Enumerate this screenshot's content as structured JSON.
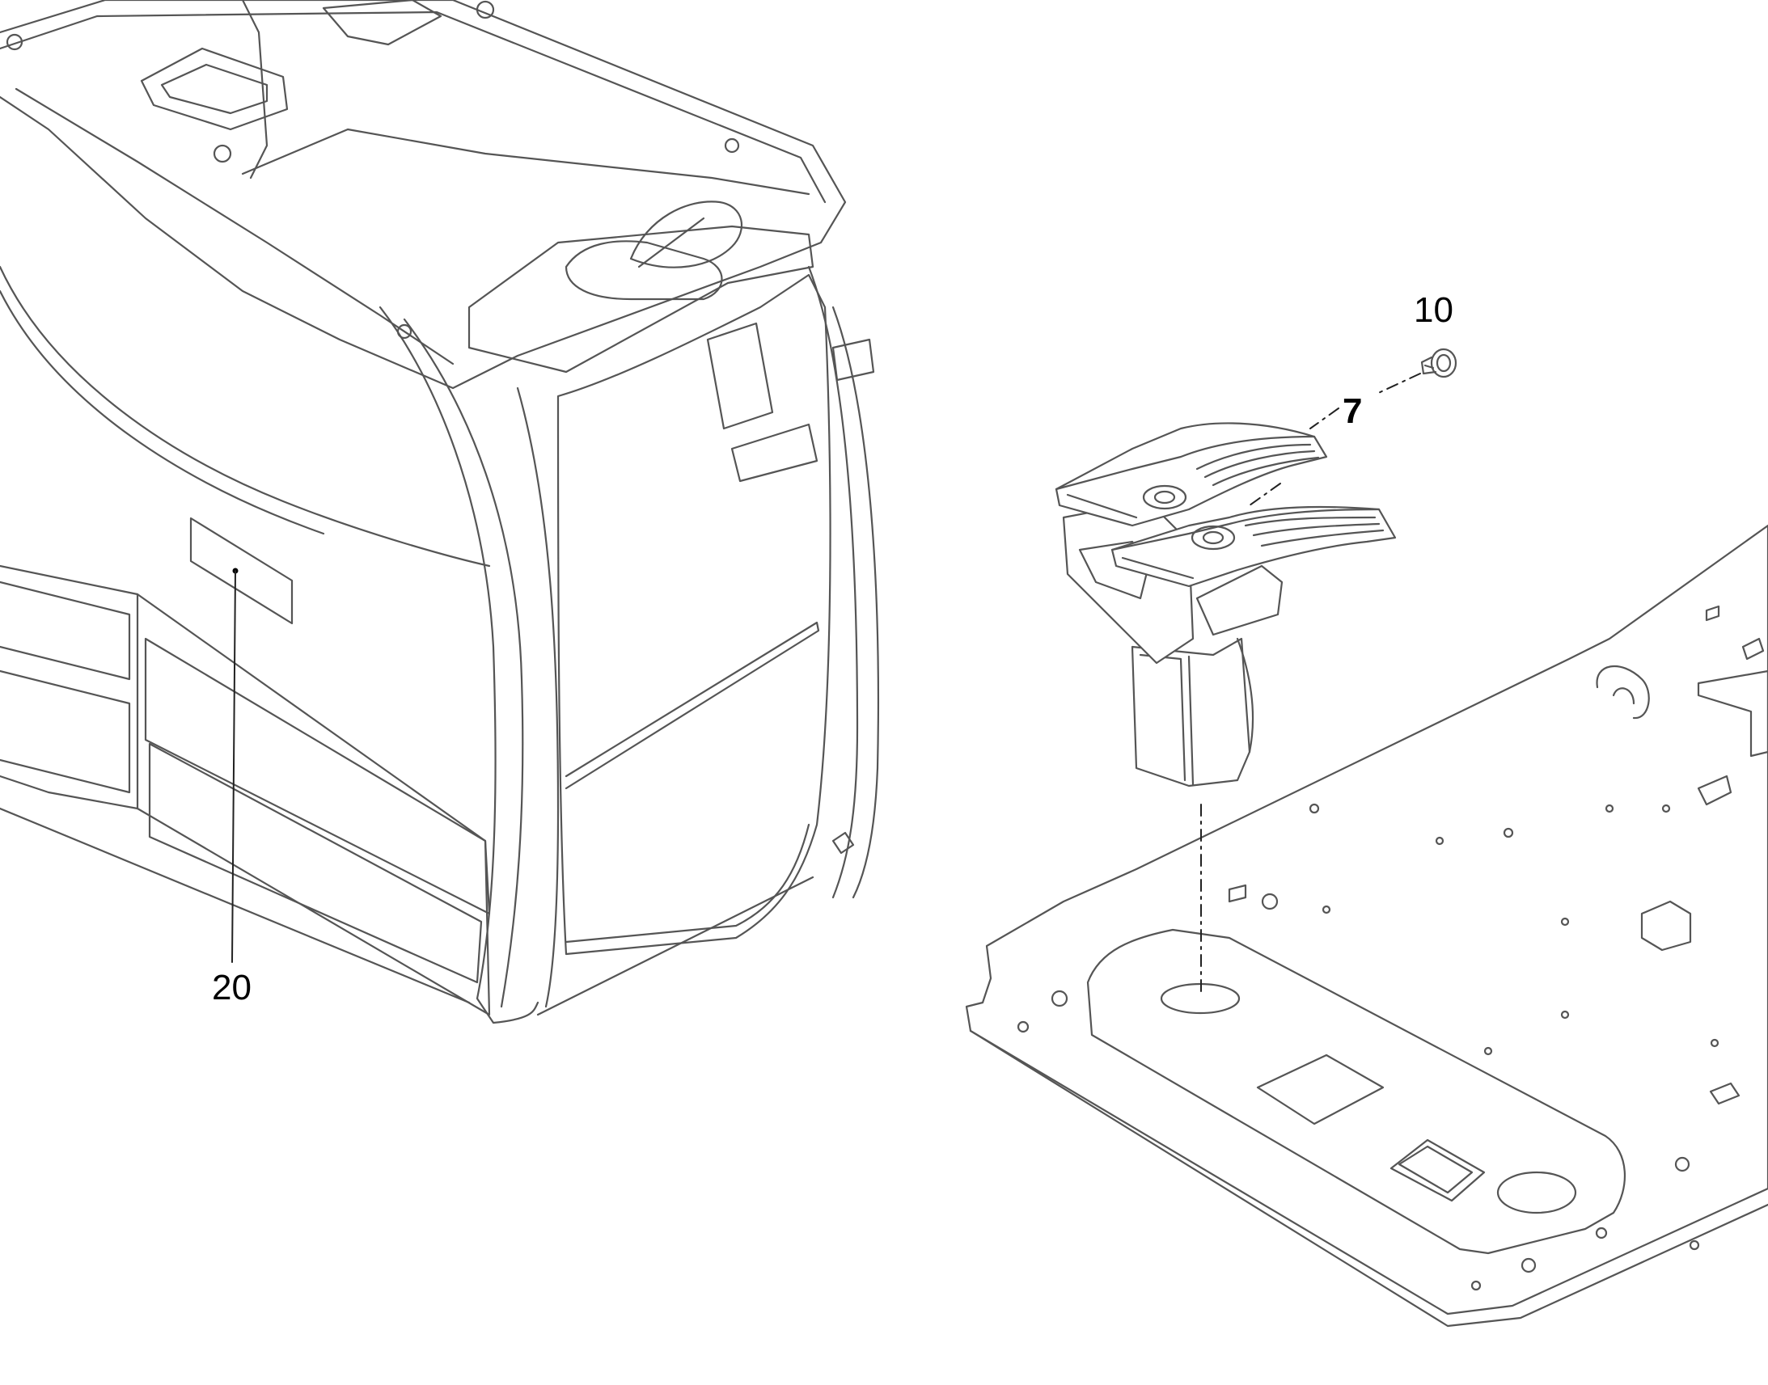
{
  "diagram": {
    "callouts": [
      {
        "id": "10",
        "label": "10"
      },
      {
        "id": "7",
        "label": "7"
      },
      {
        "id": "20",
        "label": "20"
      }
    ],
    "colors": {
      "line": "#555555",
      "fill": "#ffffff",
      "label": "#000000"
    }
  }
}
